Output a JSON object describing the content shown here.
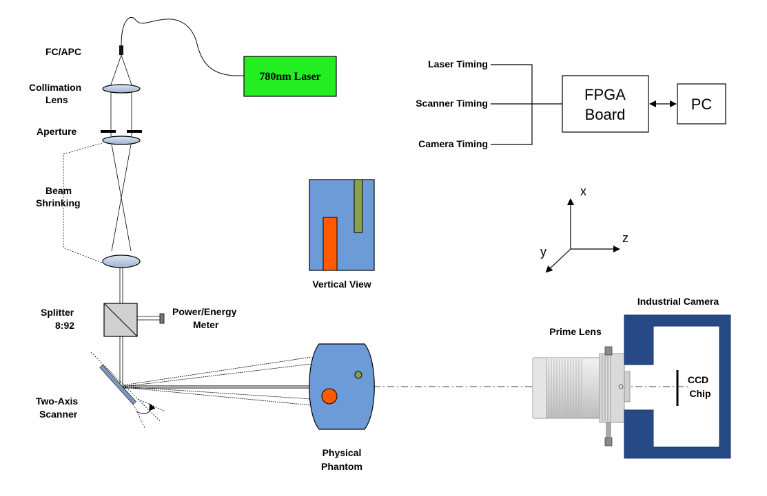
{
  "labels": {
    "fc_apc": "FC/APC",
    "collimation": "Collimation",
    "lens": "Lens",
    "aperture": "Aperture",
    "beam": "Beam",
    "shrinking": "Shrinking",
    "splitter": "Splitter",
    "ratio": "8:92",
    "power_energy": "Power/Energy",
    "meter": "Meter",
    "two_axis": "Two-Axis",
    "scanner": "Scanner",
    "laser": "780nm Laser",
    "vertical_view": "Vertical View",
    "physical": "Physical",
    "phantom": "Phantom",
    "prime_lens": "Prime Lens",
    "industrial_camera": "Industrial Camera",
    "ccd": "CCD",
    "chip": "Chip",
    "laser_timing": "Laser Timing",
    "scanner_timing": "Scanner Timing",
    "camera_timing": "Camera Timing",
    "fpga_line1": "FPGA",
    "fpga_line2": "Board",
    "pc": "PC",
    "axis_x": "x",
    "axis_y": "y",
    "axis_z": "z"
  },
  "colors": {
    "laser_box": "#22ee22",
    "phantom": "#6d9bd8",
    "inclusion_orange": "#ff5a00",
    "inclusion_green": "#8aa14a",
    "camera_body": "#274a87"
  }
}
